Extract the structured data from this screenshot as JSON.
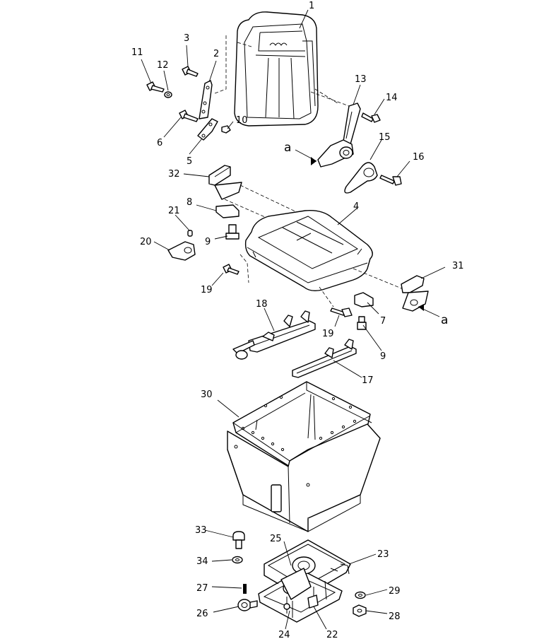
{
  "labels": [
    "1",
    "2",
    "3",
    "4",
    "5",
    "6",
    "7",
    "8",
    "9",
    "9",
    "10",
    "11",
    "12",
    "13",
    "14",
    "15",
    "16",
    "17",
    "18",
    "19",
    "19",
    "20",
    "21",
    "22",
    "23",
    "24",
    "25",
    "26",
    "27",
    "28",
    "29",
    "30",
    "31",
    "32",
    "33",
    "34"
  ],
  "view_marks": [
    "a",
    "a"
  ]
}
